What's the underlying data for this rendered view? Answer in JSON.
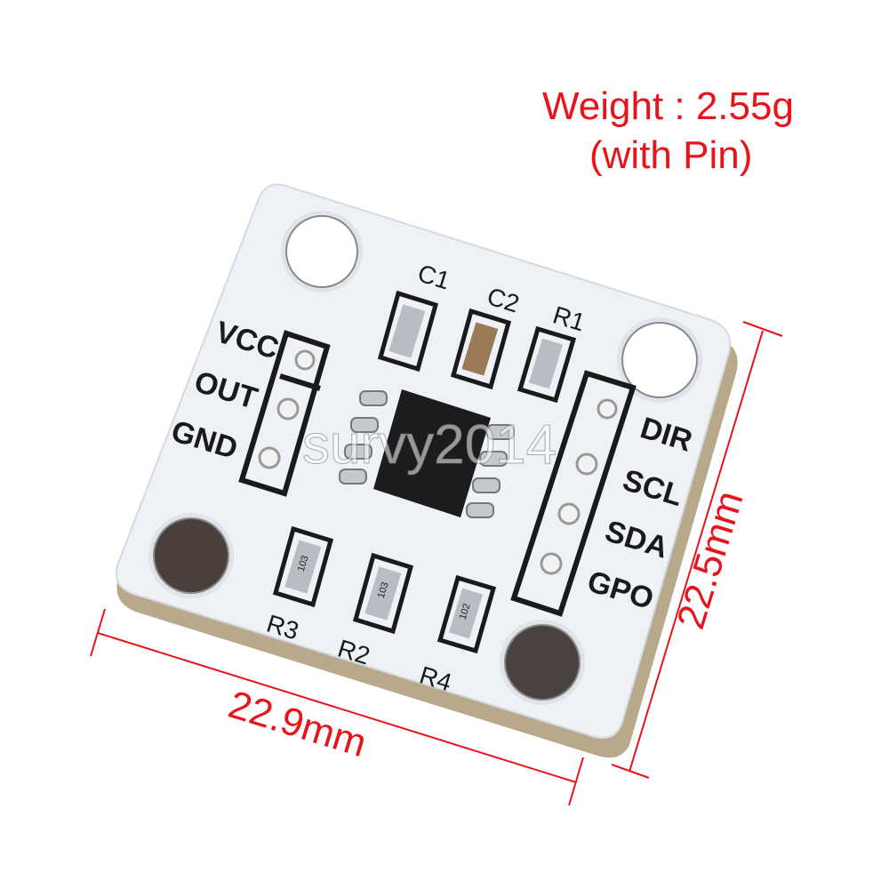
{
  "annotations": {
    "weight": "Weight : 2.55g",
    "with_pin": "(with Pin)",
    "height_dim": "22.5mm",
    "width_dim": "22.9mm"
  },
  "pcb": {
    "left_pins": [
      "VCC",
      "OUT",
      "GND"
    ],
    "right_pins": [
      "DIR",
      "SCL",
      "SDA",
      "GPO"
    ],
    "components": [
      "C1",
      "C2",
      "R1",
      "R3",
      "R2",
      "R4"
    ],
    "resistor_codes": [
      "103",
      "103",
      "102"
    ]
  },
  "watermark": "survy2014",
  "colors": {
    "annotation": "#e8141c",
    "board": "#eef1f5",
    "silkscreen": "#1a1a1a",
    "chip": "#1c1c1e"
  }
}
